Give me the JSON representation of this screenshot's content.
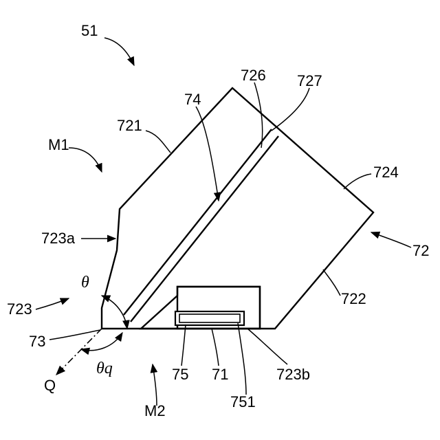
{
  "labels": {
    "l51": "51",
    "m1": "M1",
    "l721": "721",
    "l74": "74",
    "l726": "726",
    "l727": "727",
    "l724": "724",
    "l723a": "723a",
    "l72": "72",
    "theta": "θ",
    "l723": "723",
    "l722": "722",
    "l73": "73",
    "thetaq": "θq",
    "q": "Q",
    "l75": "75",
    "l71": "71",
    "l723b": "723b",
    "m2": "M2",
    "l751": "751"
  }
}
